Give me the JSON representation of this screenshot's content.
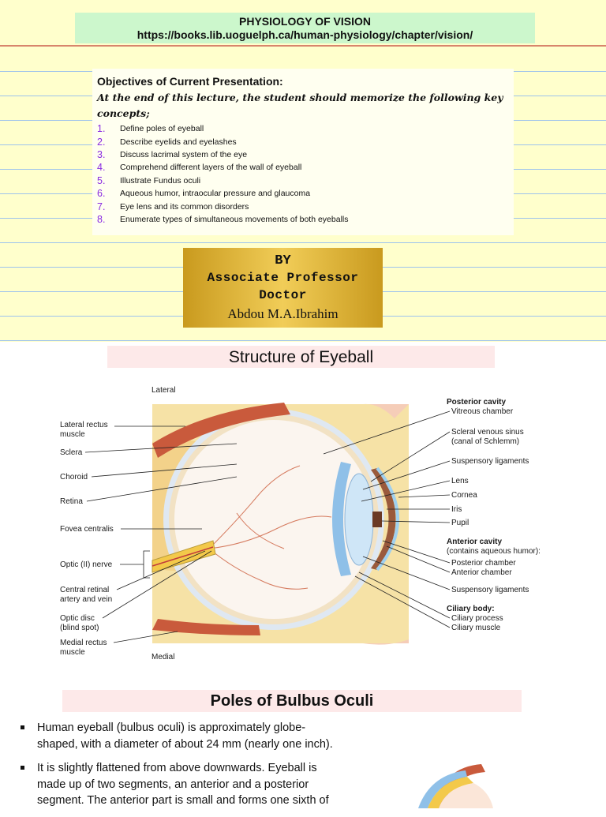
{
  "header": {
    "title": "PHYSIOLOGY OF VISION",
    "url": "https://books.lib.uoguelph.ca/human-physiology/chapter/vision/"
  },
  "objectives": {
    "heading": "Objectives of Current Presentation:",
    "intro": "At the end of this lecture, the student should memorize the following key concepts;",
    "items": [
      {
        "num": "1.",
        "text": "Define poles of eyeball"
      },
      {
        "num": "2.",
        "text": "Describe eyelids and eyelashes"
      },
      {
        "num": "3.",
        "text": "Discuss lacrimal system of the eye"
      },
      {
        "num": "4.",
        "text": "Comprehend different layers of the wall of eyeball"
      },
      {
        "num": "5.",
        "text": "Illustrate Fundus oculi"
      },
      {
        "num": "6.",
        "text": "Aqueous humor, intraocular pressure and glaucoma"
      },
      {
        "num": "7.",
        "text": "Eye lens and its common disorders"
      },
      {
        "num": "8.",
        "text": "Enumerate types of simultaneous movements of both eyeballs"
      }
    ]
  },
  "author": {
    "by": "BY",
    "title_line1": "Associate Professor",
    "title_line2": "Doctor",
    "name": "Abdou M.A.Ibrahim"
  },
  "structure": {
    "heading": "Structure of Eyeball",
    "diagram": {
      "lateral": "Lateral",
      "medial": "Medial",
      "left_labels": {
        "lateral_rectus_1": "Lateral rectus",
        "lateral_rectus_2": "muscle",
        "sclera": "Sclera",
        "choroid": "Choroid",
        "retina": "Retina",
        "fovea": "Fovea centralis",
        "optic_nerve": "Optic (II) nerve",
        "central_retinal_1": "Central retinal",
        "central_retinal_2": "artery and vein",
        "optic_disc_1": "Optic disc",
        "optic_disc_2": "(blind spot)",
        "medial_rectus_1": "Medial rectus",
        "medial_rectus_2": "muscle"
      },
      "right_labels": {
        "posterior_cavity": "Posterior cavity",
        "vitreous": "Vitreous chamber",
        "scleral_sinus_1": "Scleral venous sinus",
        "scleral_sinus_2": "(canal of Schlemm)",
        "suspensory_1": "Suspensory ligaments",
        "lens": "Lens",
        "cornea": "Cornea",
        "iris": "Iris",
        "pupil": "Pupil",
        "anterior_cavity": "Anterior cavity",
        "anterior_cavity_note": "(contains aqueous humor):",
        "posterior_chamber": "Posterior chamber",
        "anterior_chamber": "Anterior chamber",
        "suspensory_2": "Suspensory ligaments",
        "ciliary_body": "Ciliary body:",
        "ciliary_process": "Ciliary process",
        "ciliary_muscle": "Ciliary muscle"
      }
    }
  },
  "poles": {
    "heading": "Poles of Bulbus Oculi",
    "bullets": [
      "Human eyeball (bulbus oculi) is approximately globe-shaped, with a diameter of about 24 mm (nearly one inch).",
      "It is slightly flattened from above downwards. Eyeball is made up of two segments, an anterior and a posterior segment. The anterior part is small and forms one sixth of"
    ]
  },
  "colors": {
    "ruled_background": "#ffffcc",
    "rule_line": "#9ec3ec",
    "margin_line": "#d8866c",
    "title_bg": "#ccf7cc",
    "heading_bg": "#fde9e9",
    "number_color": "#8a2be2",
    "gold": "#e8bf4a"
  }
}
